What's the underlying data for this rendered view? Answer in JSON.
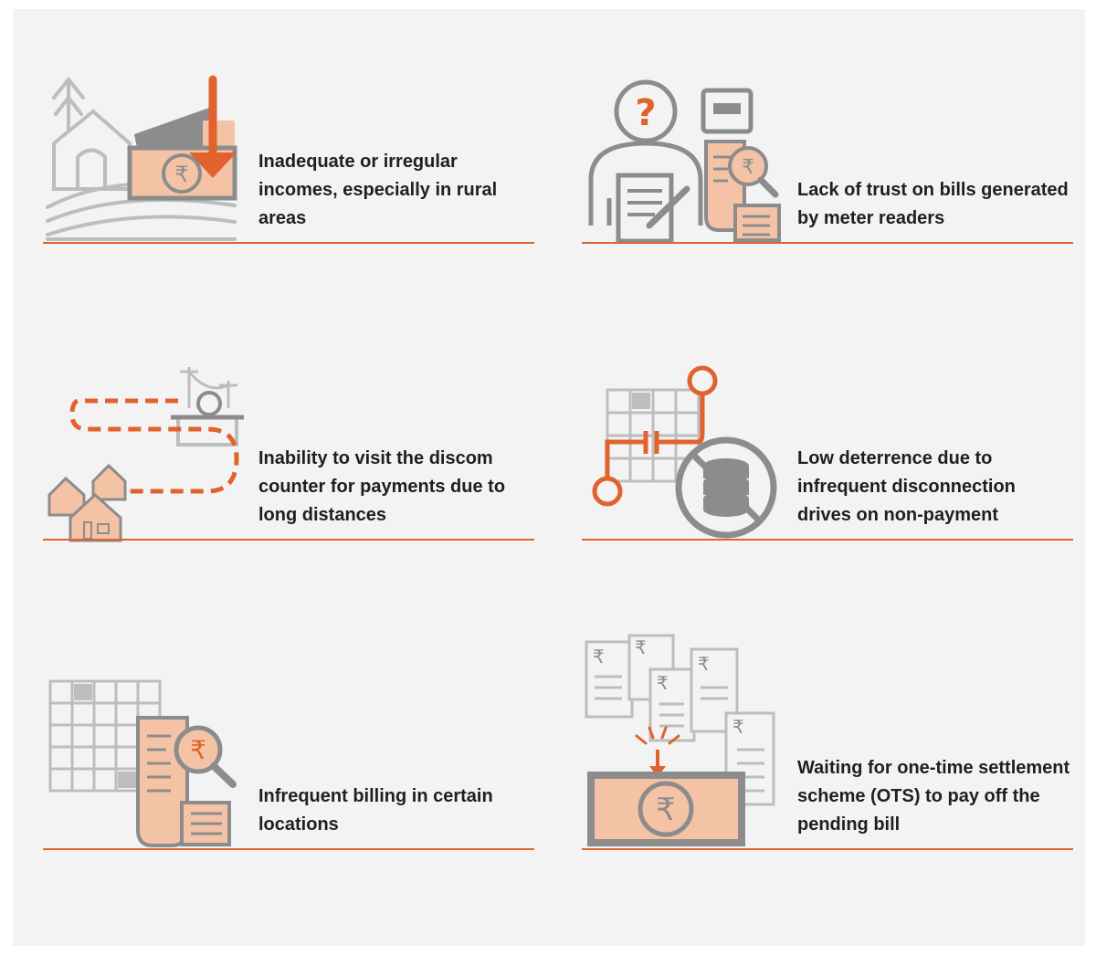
{
  "colors": {
    "accent": "#e2622d",
    "peach": "#f4c3a6",
    "grey": "#8c8c8c",
    "light_grey": "#bdbdbd",
    "panel": "#f3f3f3"
  },
  "items": [
    {
      "icon": "rural-income-drop-icon",
      "label": "Inadequate or irregular incomes, especially in rural areas"
    },
    {
      "icon": "bill-distrust-icon",
      "label": "Lack of trust on bills generated by meter readers"
    },
    {
      "icon": "long-distance-counter-icon",
      "label": "Inability to visit the discom counter for payments due to long distances"
    },
    {
      "icon": "no-disconnection-icon",
      "label": "Low deterrence due to infrequent disconnection drives on non-payment"
    },
    {
      "icon": "infrequent-billing-icon",
      "label": "Infrequent billing in certain locations"
    },
    {
      "icon": "ots-waiting-icon",
      "label": "Waiting for one-time settlement scheme (OTS) to pay off the pending bill"
    }
  ]
}
